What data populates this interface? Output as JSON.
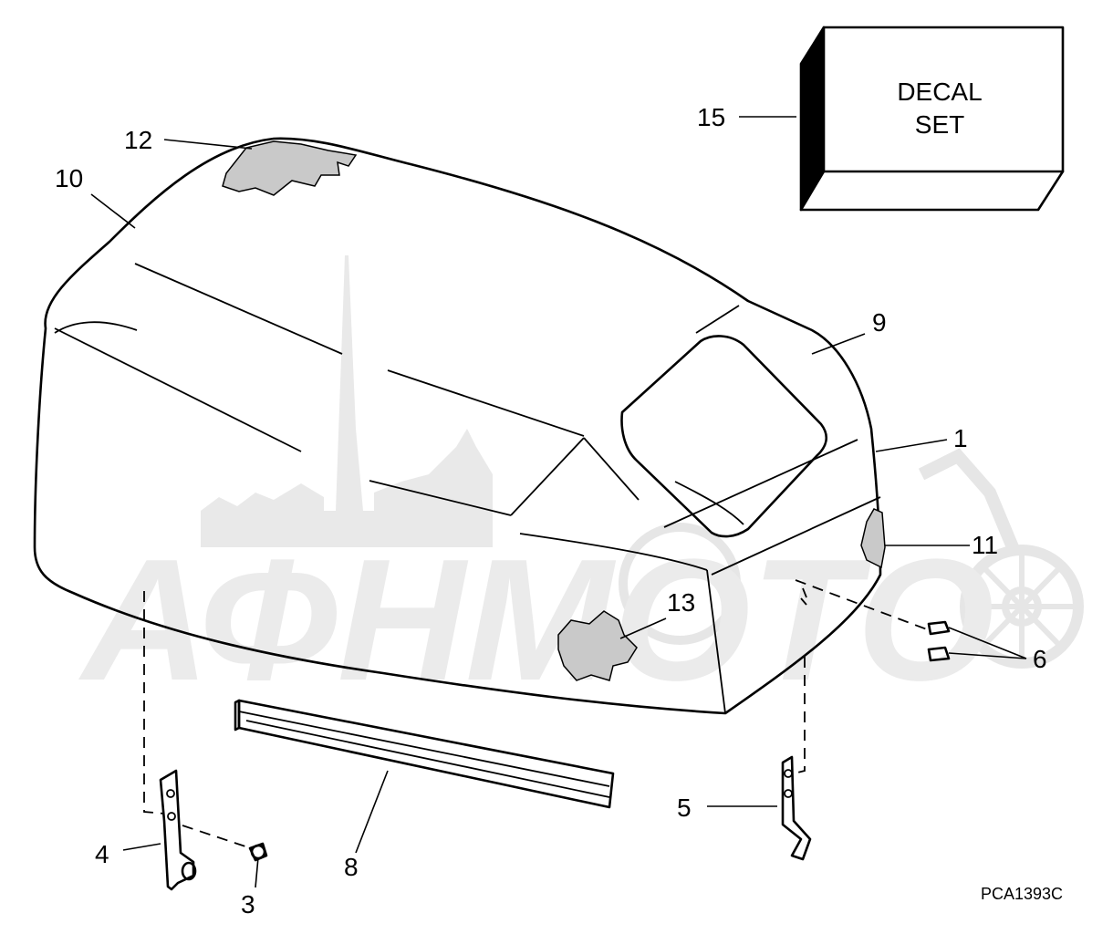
{
  "callouts": {
    "c1": "1",
    "c3": "3",
    "c4": "4",
    "c5": "5",
    "c6": "6",
    "c8": "8",
    "c9": "9",
    "c10": "10",
    "c11": "11",
    "c12": "12",
    "c13": "13",
    "c15": "15"
  },
  "decal_box": {
    "line1": "DECAL",
    "line2": "SET"
  },
  "drawing_code": "PCA1393C",
  "watermark": {
    "text": "АФНМОТО",
    "color": "#e9e9e9"
  }
}
